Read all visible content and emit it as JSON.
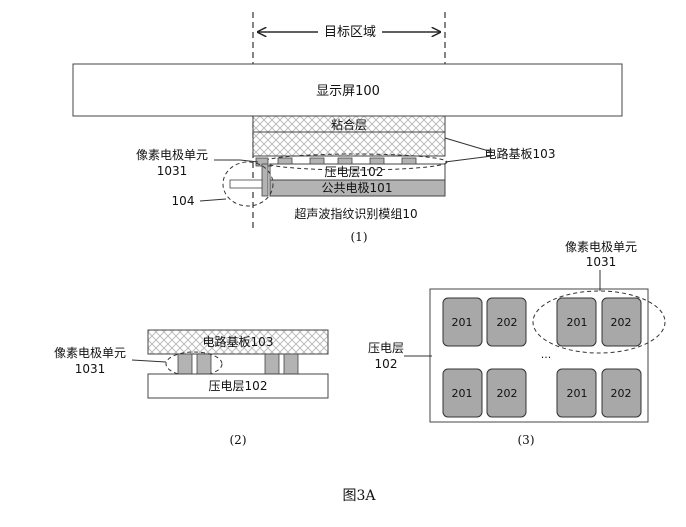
{
  "figure": {
    "target_region": "目标区域",
    "display": "显示屏100",
    "adhesive": "粘合层",
    "circuit_substrate": "电路基板103",
    "piezo_layer": "压电层102",
    "common_electrode": "公共电极101",
    "module": "超声波指纹识别模组10",
    "pixel_unit": "像素电极单元",
    "pixel_unit_num": "1031",
    "callout_104": "104",
    "cap1": "(1)",
    "d2_circuit": "电路基板103",
    "d2_piezo": "压电层102",
    "d2_pixel_unit": "像素电极单元",
    "d2_pixel_num": "1031",
    "cap2": "(2)",
    "d3_pixel_unit": "像素电极单元",
    "d3_pixel_num": "1031",
    "d3_piezo": "压电层",
    "d3_piezo_num": "102",
    "d3_cells": [
      "201",
      "202",
      "201",
      "202",
      "201",
      "202",
      "201",
      "202"
    ],
    "ellipsis": "...",
    "cap3": "(3)",
    "figure_title": "图3A"
  },
  "colors": {
    "line": "#444444",
    "electrode_fill": "#b3b3b3",
    "cell_fill": "#a8a8a8",
    "hatch": "#bbbbbb"
  }
}
